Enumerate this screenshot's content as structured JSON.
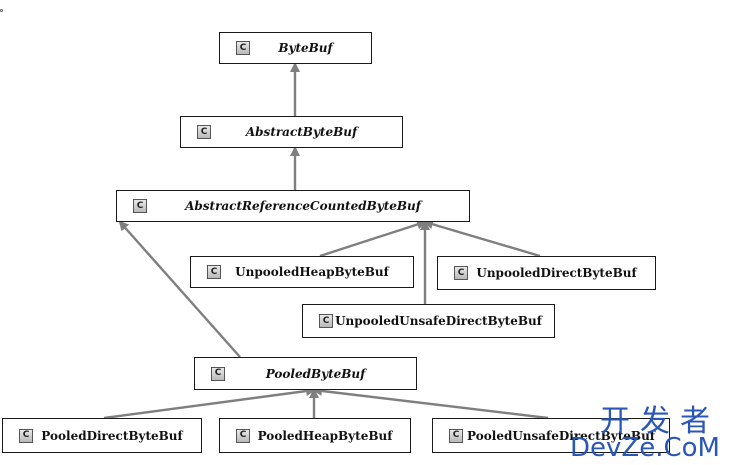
{
  "class_icon_letter": "C",
  "nodes": {
    "bytebuf": "ByteBuf",
    "abstract_bytebuf": "AbstractByteBuf",
    "abstract_reference_counted_bytebuf": "AbstractReferenceCountedByteBuf",
    "unpooled_heap_bytebuf": "UnpooledHeapByteBuf",
    "unpooled_direct_bytebuf": "UnpooledDirectByteBuf",
    "unpooled_unsafe_direct_bytebuf": "UnpooledUnsafeDirectByteBuf",
    "pooled_bytebuf": "PooledByteBuf",
    "pooled_direct_bytebuf": "PooledDirectByteBuf",
    "pooled_heap_bytebuf": "PooledHeapByteBuf",
    "pooled_unsafe_direct_bytebuf": "PooledUnsafeDirectByteBuf"
  },
  "edges": [
    {
      "from": "abstract_bytebuf",
      "to": "bytebuf"
    },
    {
      "from": "abstract_reference_counted_bytebuf",
      "to": "abstract_bytebuf"
    },
    {
      "from": "unpooled_heap_bytebuf",
      "to": "abstract_reference_counted_bytebuf"
    },
    {
      "from": "unpooled_direct_bytebuf",
      "to": "abstract_reference_counted_bytebuf"
    },
    {
      "from": "unpooled_unsafe_direct_bytebuf",
      "to": "abstract_reference_counted_bytebuf"
    },
    {
      "from": "pooled_bytebuf",
      "to": "abstract_reference_counted_bytebuf"
    },
    {
      "from": "pooled_direct_bytebuf",
      "to": "pooled_bytebuf"
    },
    {
      "from": "pooled_heap_bytebuf",
      "to": "pooled_bytebuf"
    },
    {
      "from": "pooled_unsafe_direct_bytebuf",
      "to": "pooled_bytebuf"
    }
  ],
  "colors": {
    "edge": "#7f7f7f",
    "border": "#1a1a1a",
    "watermark": "#2a57b7"
  },
  "watermark": {
    "top": "开发者",
    "bottom": "DevZe.CoM"
  }
}
